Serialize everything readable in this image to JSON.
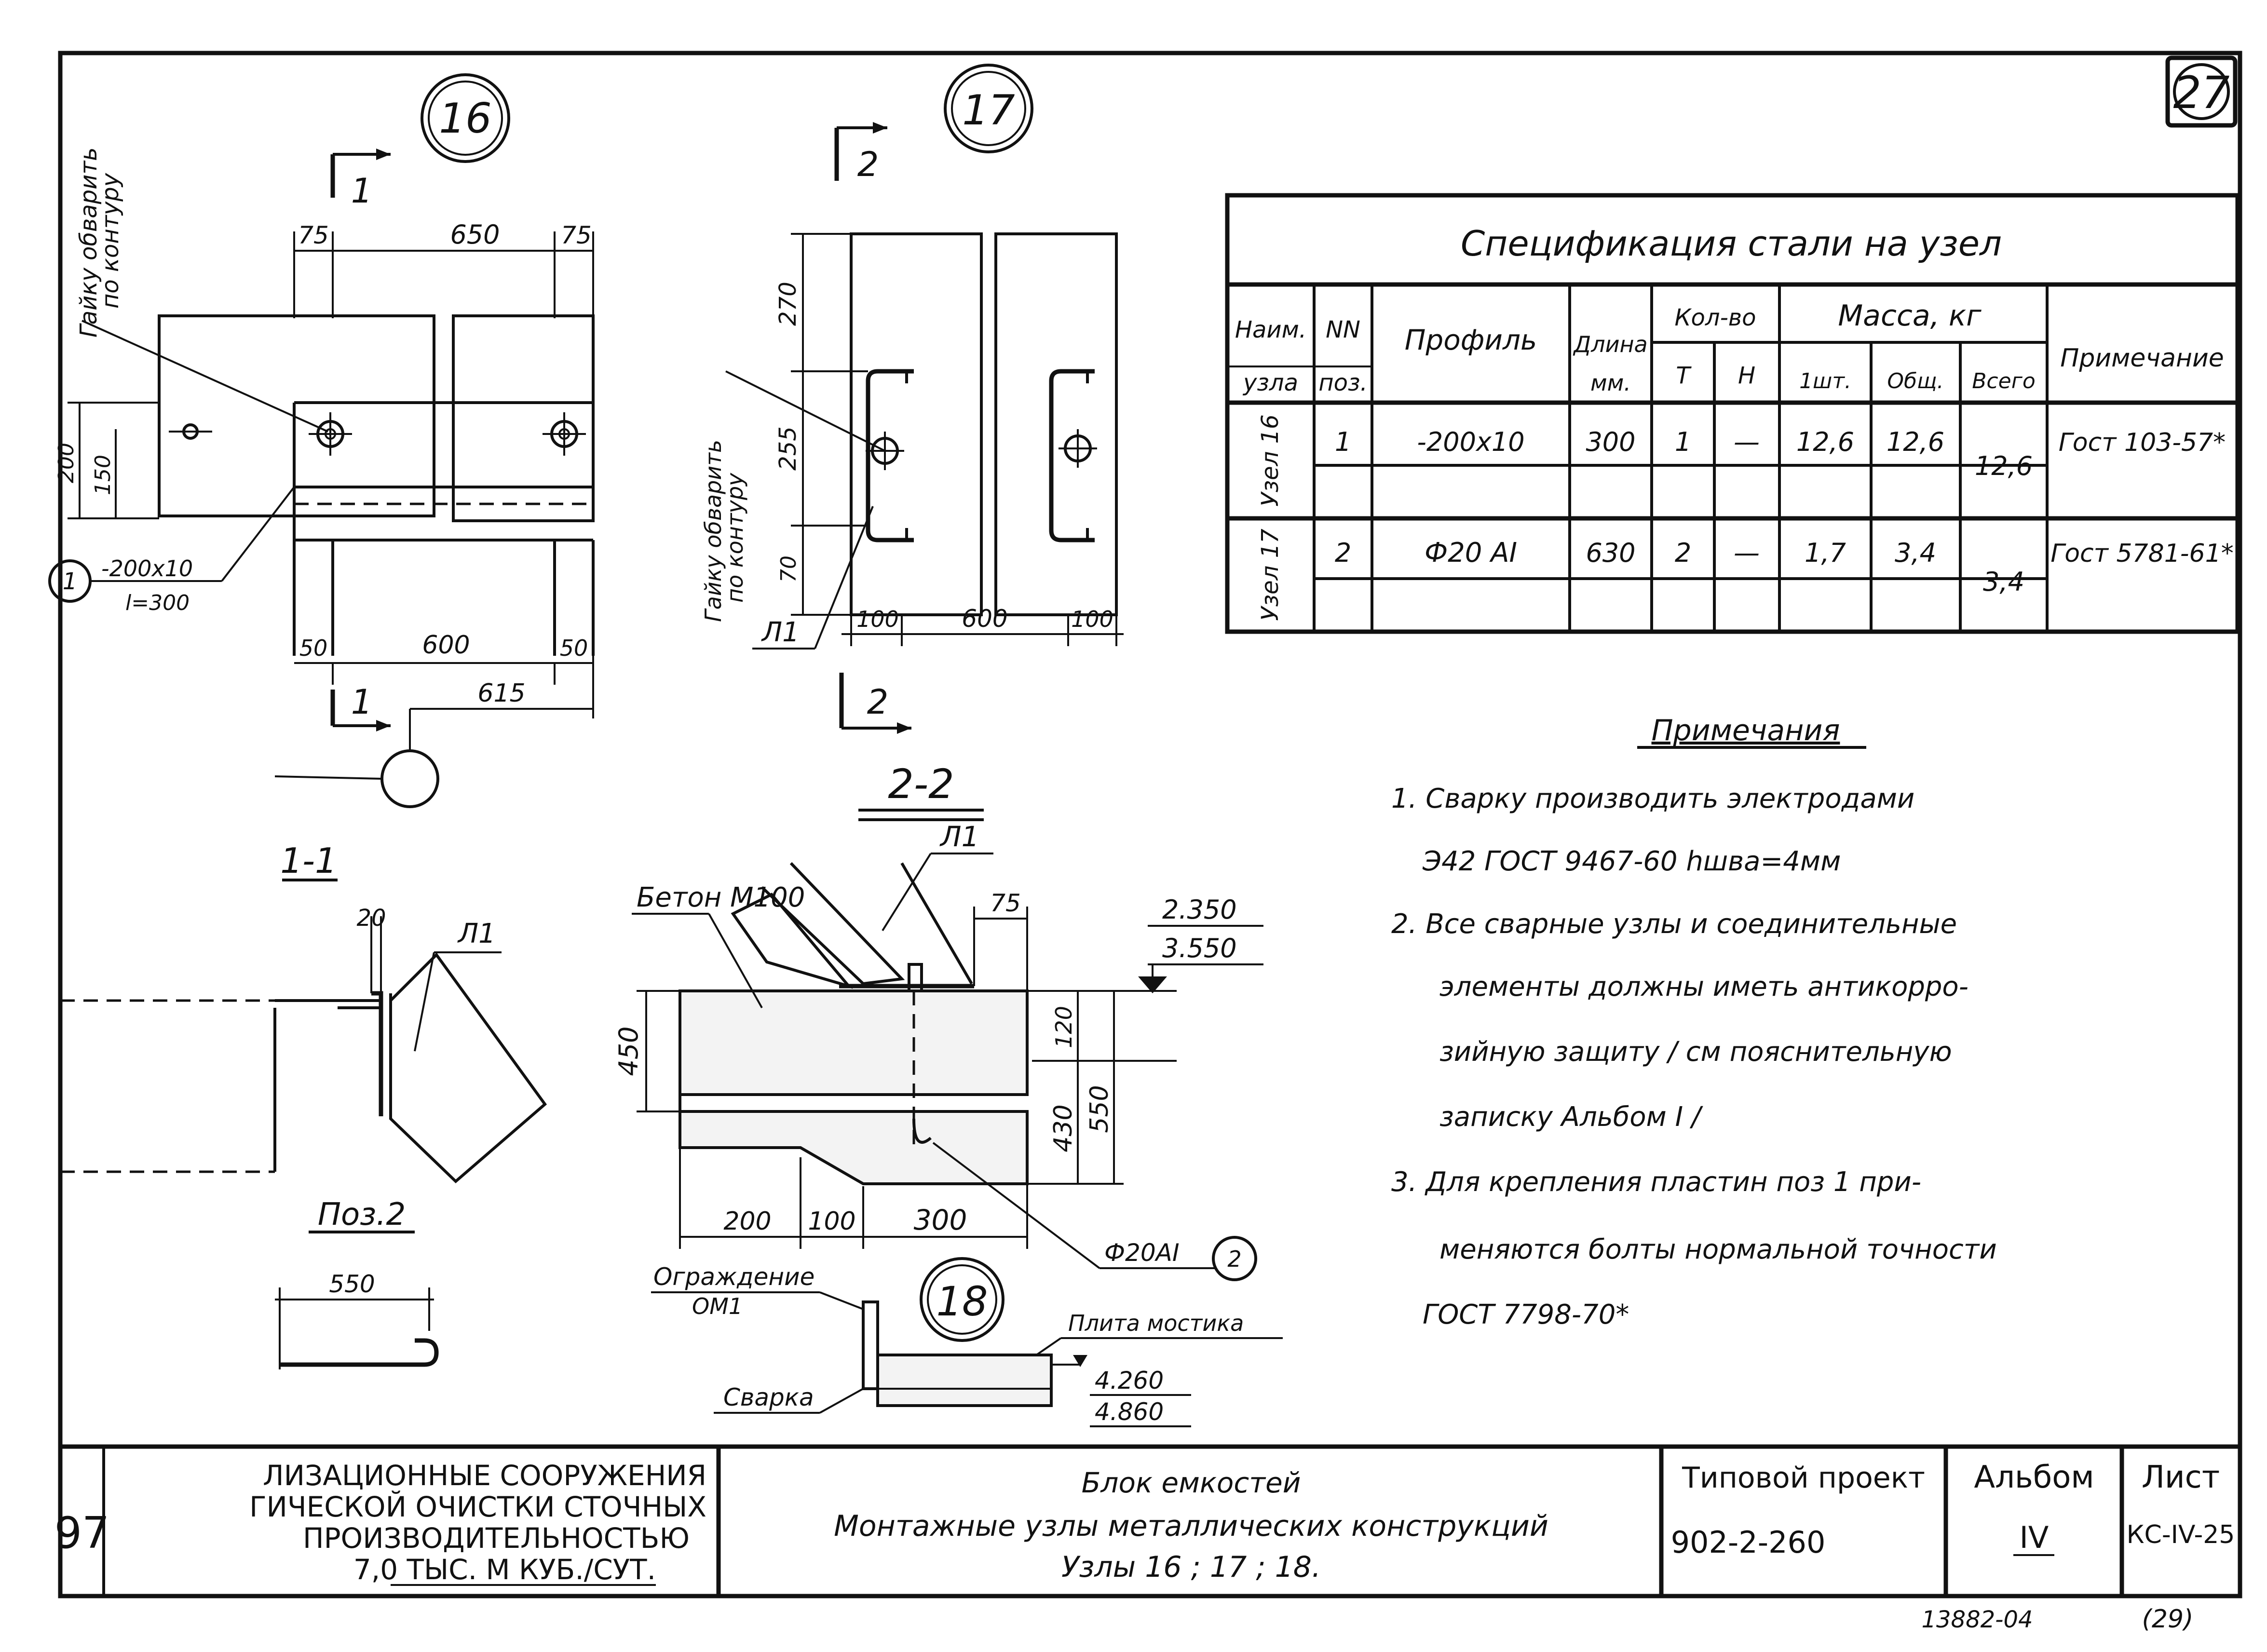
{
  "sheet_number": "27",
  "spec": {
    "title": "Спецификация стали на узел",
    "headers": {
      "naim_1": "Наим.",
      "naim_2": "узла",
      "nn_1": "NN",
      "nn_2": "поз.",
      "profile": "Профиль",
      "length_1": "Длина",
      "length_2": "мм.",
      "qty": "Кол-во",
      "qty_t": "Т",
      "qty_n": "Н",
      "mass": "Масса, кг",
      "mass_one": "1шт.",
      "mass_total": "Общ.",
      "mass_all": "Всего",
      "note": "Примечание"
    },
    "rows": [
      {
        "node": "Узел 16",
        "pos": "1",
        "profile": "-200x10",
        "length": "300",
        "qty_t": "1",
        "qty_n": "—",
        "mass_one": "12,6",
        "mass_total": "12,6",
        "mass_all": "12,6",
        "note": "Гост 103-57*"
      },
      {
        "node": "Узел 17",
        "pos": "2",
        "profile": "Ф20 АI",
        "length": "630",
        "qty_t": "2",
        "qty_n": "—",
        "mass_one": "1,7",
        "mass_total": "3,4",
        "mass_all": "3,4",
        "note": "Гост 5781-61*"
      }
    ]
  },
  "notes": {
    "title": "Примечания",
    "lines": [
      "1.   Сварку производить электродами",
      "Э42   ГОСТ   9467-60   hшва=4мм",
      "2.   Все сварные узлы и соединительные",
      "элементы должны иметь антикорро-",
      "зийную защиту / см пояснительную",
      "записку Альбом I /",
      "3.   Для крепления пластин поз 1  при-",
      "меняются болты нормальной точности",
      "ГОСТ 7798-70*"
    ]
  },
  "node16": {
    "label": "16",
    "section_mark": "1",
    "leader_note_1": "Гайку обварить",
    "leader_note_2": "по контуру",
    "dim_top": [
      "75",
      "650",
      "75"
    ],
    "dim_left": [
      "200",
      "150"
    ],
    "dim_bottom": [
      "50",
      "600",
      "50"
    ],
    "dim_total": "615",
    "callout_pos": "1",
    "callout_text_1": "-200x10",
    "callout_text_2": "l=300"
  },
  "node17": {
    "label": "17",
    "section_mark": "2",
    "leader_note_1": "Гайку обварить",
    "leader_note_2": "по контуру",
    "dim_left": [
      "270",
      "255",
      "70"
    ],
    "dim_bottom": [
      "100",
      "600",
      "100"
    ],
    "leader_label": "Л1"
  },
  "section11": {
    "title": "1-1",
    "dim": "20",
    "leader_label": "Л1"
  },
  "section22": {
    "title": "2-2",
    "concrete_label": "Бетон М100",
    "leader_label": "Л1",
    "dim_top": "75",
    "level_1": "2.350",
    "level_2": "3.550",
    "dim_left": "450",
    "dim_right_1": "120",
    "dim_right_2": "430",
    "dim_right_3": "550",
    "dim_bottom": [
      "200",
      "100",
      "300"
    ],
    "rebar_label": "Ф20АI",
    "rebar_pos": "2"
  },
  "pos2": {
    "title": "Поз.2",
    "dim": "550"
  },
  "node18": {
    "label": "18",
    "fence_label_1": "Ограждение",
    "fence_label_2": "ОМ1",
    "slab_label": "Плита мостика",
    "weld_label": "Сварка",
    "level_1": "4.260",
    "level_2": "4.860"
  },
  "title_block": {
    "org_1": "ЛИЗАЦИОННЫЕ  СООРУЖЕНИЯ",
    "org_2": "ГИЧЕСКОЙ ОЧИСТКИ СТОЧНЫХ",
    "org_3": "ПРОИЗВОДИТЕЛЬНОСТЬЮ",
    "org_4": "7,0 ТЫС. М КУБ./СУТ.",
    "side_mark": "97",
    "doc_1": "Блок емкостей",
    "doc_2": "Монтажные узлы металлических конструкций",
    "doc_3": "Узлы 16 ; 17 ; 18.",
    "project_label": "Типовой проект",
    "project_value": "902-2-260",
    "album_label": "Альбом",
    "album_value": "IV",
    "sheet_label": "Лист",
    "sheet_value": "КС-IV-25"
  },
  "footer": {
    "inventory": "13882-04",
    "sheet_paren": "(29)"
  }
}
